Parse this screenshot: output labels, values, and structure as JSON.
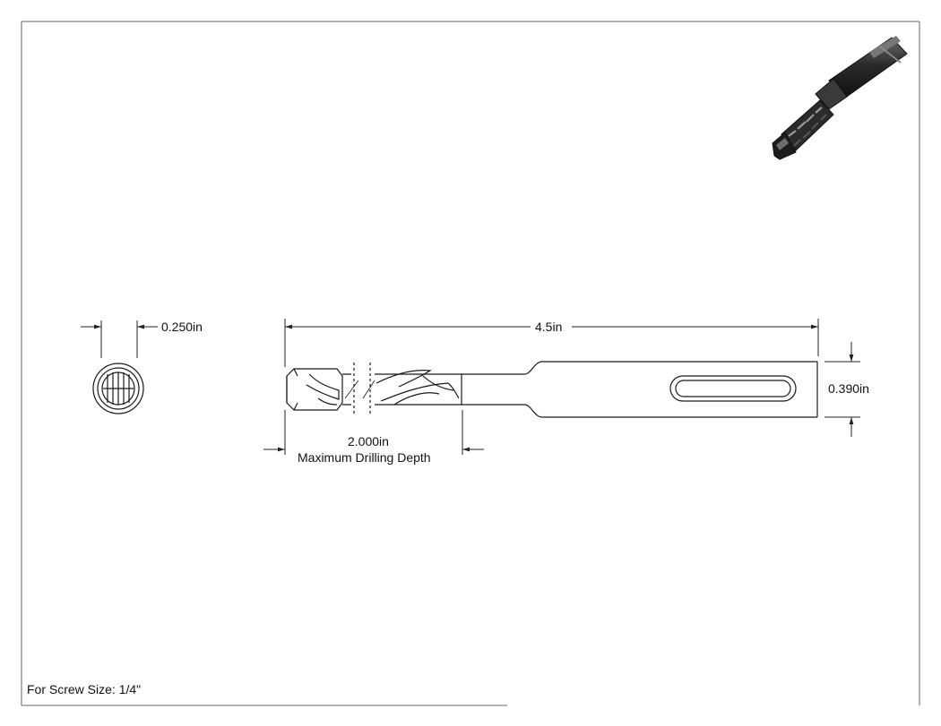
{
  "drawing": {
    "end_view_dimension": "0.250in",
    "overall_length": "4.5in",
    "shank_diameter": "0.390in",
    "drilling_depth_value": "2.000in",
    "drilling_depth_caption": "Maximum Drilling Depth",
    "footer_note": "For Screw Size: 1/4\""
  },
  "colors": {
    "line": "#1a1a1a",
    "dim_line": "#333333",
    "render_dark": "#2b2b2b",
    "render_mid": "#4a4a4a"
  }
}
